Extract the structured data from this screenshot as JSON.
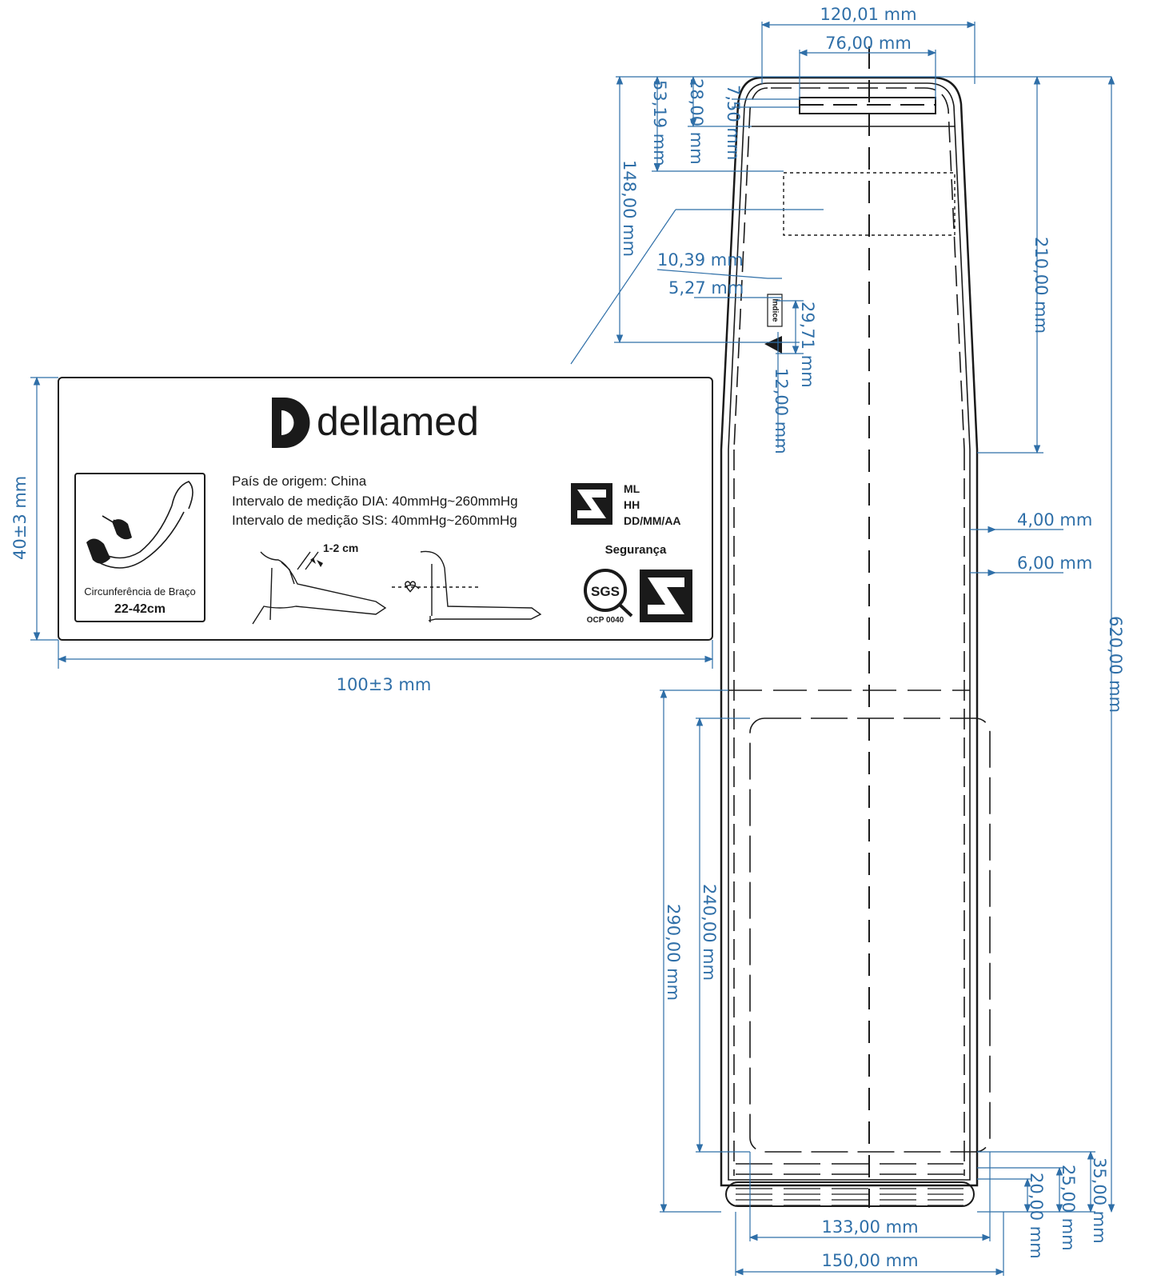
{
  "colors": {
    "dimension": "#2f6fa8",
    "ink": "#1a1a1a",
    "background": "#ffffff"
  },
  "cuff": {
    "dimensions": {
      "top_width": "120,01 mm",
      "inner_top_width": "76,00 mm",
      "tab_offset": "7,50 mm",
      "tab_height": "28,00 mm",
      "label_top": "53,19 mm",
      "index_position": "148,00 mm",
      "index_width": "10,39 mm",
      "index_offset": "5,27 mm",
      "index_height": "29,71 mm",
      "index_arrow": "12,00 mm",
      "taper_length": "210,00 mm",
      "seam_inner": "4,00 mm",
      "seam_outer": "6,00 mm",
      "total_length": "620,00 mm",
      "bladder_length": "240,00 mm",
      "bladder_section": "290,00 mm",
      "end_35": "35,00 mm",
      "end_25": "25,00 mm",
      "end_20": "20,00 mm",
      "bladder_width": "133,00 mm",
      "bottom_width": "150,00 mm"
    },
    "index_text": "Índice"
  },
  "label": {
    "brand": "dellamed",
    "arm_caption": "Circunferência de Braço",
    "arm_range": "22-42cm",
    "origin": "País de origem: China",
    "dia_range": "Intervalo de medição DIA: 40mmHg~260mmHg",
    "sis_range": "Intervalo de medição SIS: 40mmHg~260mmHg",
    "gap_hint": "1-2 cm",
    "date_codes": [
      "ML",
      "HH",
      "DD/MM/AA"
    ],
    "safety": "Segurança",
    "sgs": "SGS",
    "ocp": "OCP 0040",
    "height_dim": "40±3 mm",
    "width_dim": "100±3 mm"
  }
}
